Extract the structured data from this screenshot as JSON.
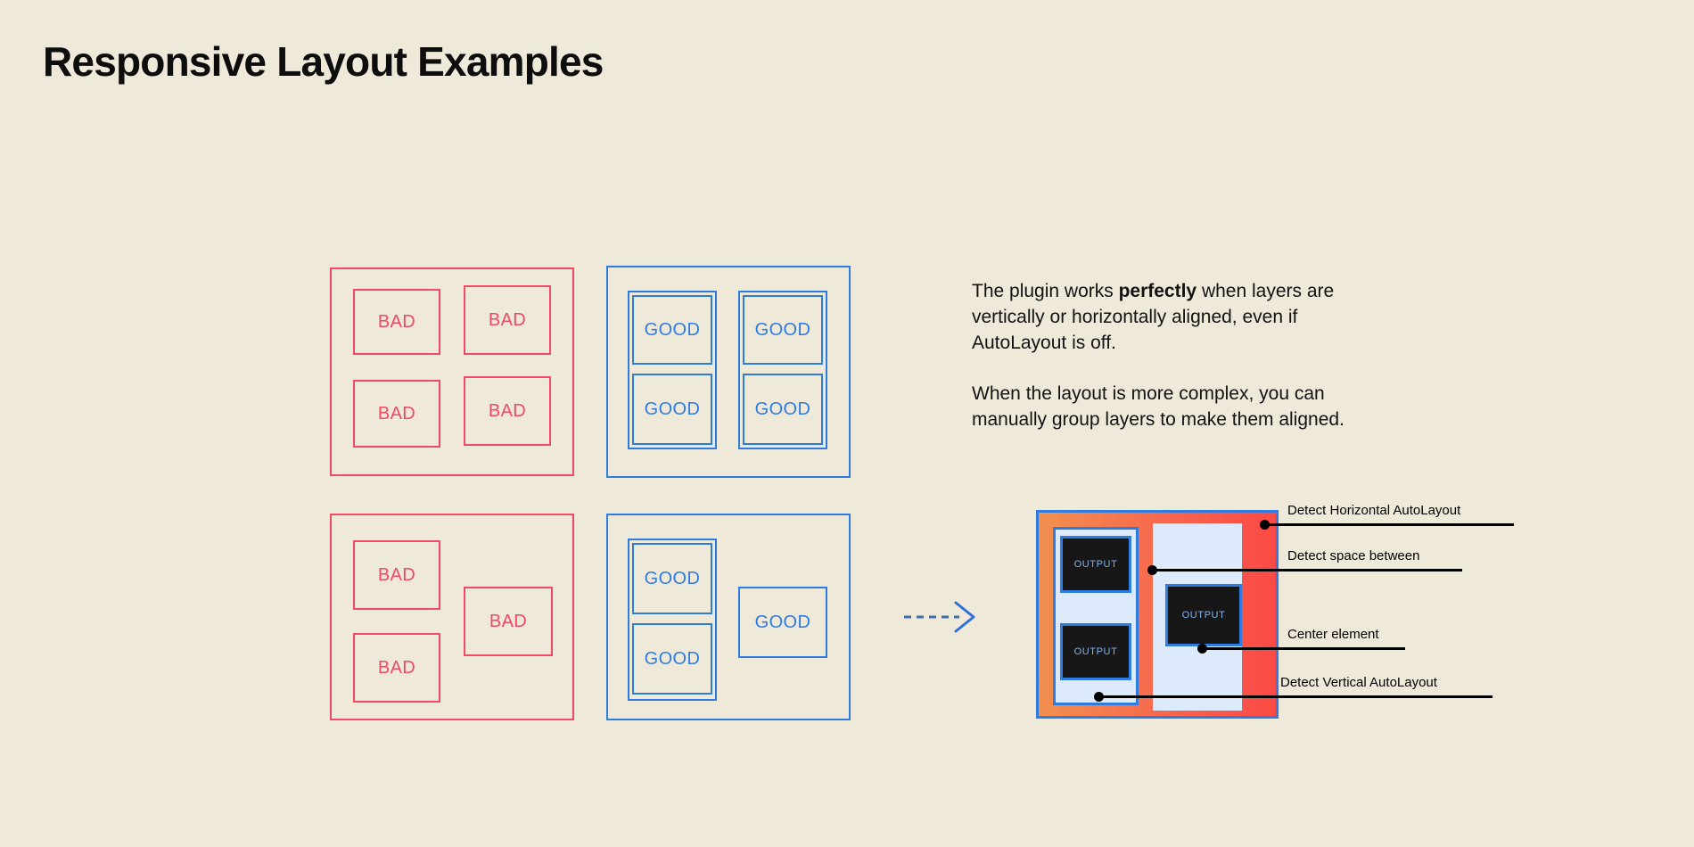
{
  "page": {
    "title": "Responsive Layout Examples",
    "background_color": "#efe9da",
    "bad_color": "#ef4a63",
    "good_color": "#2f7ce0",
    "text_color": "#121212"
  },
  "examples": {
    "bad_grid": {
      "label": "bad-grid-panel",
      "cells": [
        {
          "label": "BAD"
        },
        {
          "label": "BAD"
        },
        {
          "label": "BAD"
        },
        {
          "label": "BAD"
        }
      ]
    },
    "good_grid": {
      "label": "good-grid-panel",
      "cells": [
        {
          "label": "GOOD"
        },
        {
          "label": "GOOD"
        },
        {
          "label": "GOOD"
        },
        {
          "label": "GOOD"
        }
      ]
    },
    "bad_complex": {
      "label": "bad-complex-panel",
      "cells": [
        {
          "label": "BAD"
        },
        {
          "label": "BAD"
        },
        {
          "label": "BAD"
        }
      ]
    },
    "good_complex": {
      "label": "good-complex-panel",
      "cells": [
        {
          "label": "GOOD"
        },
        {
          "label": "GOOD"
        },
        {
          "label": "GOOD"
        }
      ]
    }
  },
  "explainer": {
    "paragraph_1_before": "The plugin works ",
    "paragraph_1_bold": "perfectly",
    "paragraph_1_after": " when layers are vertically or horizontally aligned, even if AutoLayout is off.",
    "paragraph_2": "When the layout is more complex, you can manually group layers to make them aligned."
  },
  "result": {
    "outputs": [
      {
        "label": "OUTPUT"
      },
      {
        "label": "OUTPUT"
      },
      {
        "label": "OUTPUT"
      }
    ],
    "callouts": [
      {
        "label": "Detect Horizontal AutoLayout"
      },
      {
        "label": "Detect space between"
      },
      {
        "label": "Center element"
      },
      {
        "label": "Detect Vertical AutoLayout"
      }
    ],
    "frame_gradient_start": "#f2904f",
    "frame_gradient_end": "#fb4a45",
    "pane_color": "#dceafc",
    "output_fill": "#171717",
    "output_text_color": "#7fb4f2"
  }
}
